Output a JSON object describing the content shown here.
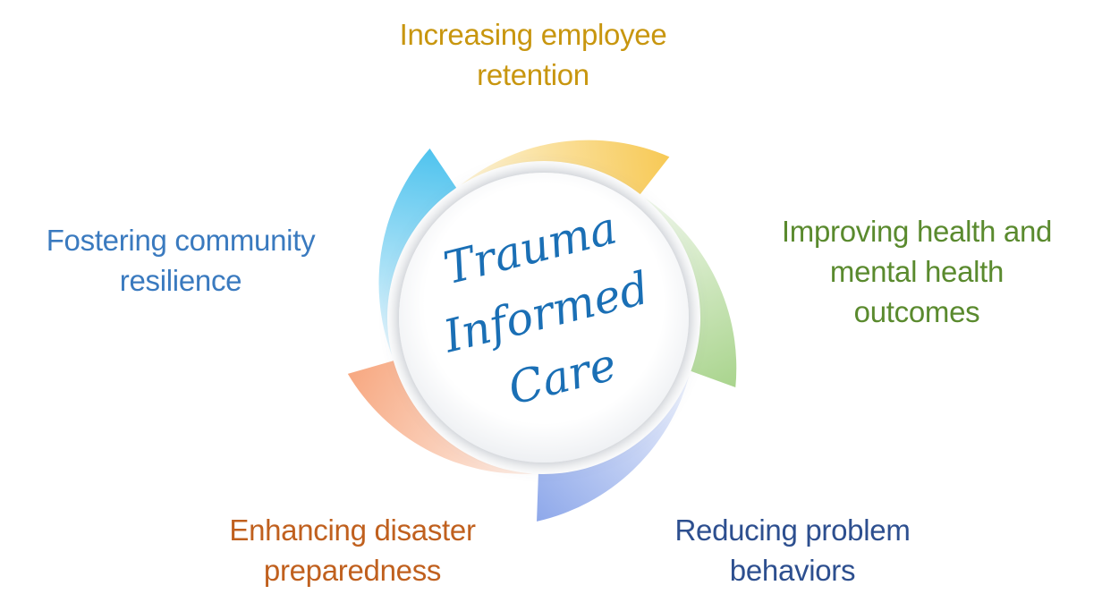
{
  "center": {
    "lines": [
      "Trauma",
      "Informed",
      "Care"
    ],
    "color": "#1a6fb5"
  },
  "petals": [
    {
      "id": "top",
      "color_light": "#fdf3d6",
      "color_dark": "#f7c955"
    },
    {
      "id": "right",
      "color_light": "#f1f8ec",
      "color_dark": "#a9d48d"
    },
    {
      "id": "bottom-right",
      "color_light": "#eef2fc",
      "color_dark": "#8ea8ea"
    },
    {
      "id": "bottom-left",
      "color_light": "#fdeee6",
      "color_dark": "#f7a881"
    },
    {
      "id": "left",
      "color_light": "#e6f5fc",
      "color_dark": "#4fc3ee"
    }
  ],
  "outcomes": {
    "top": {
      "line1": "Increasing employee",
      "line2": "retention",
      "color": "#c8960f"
    },
    "right": {
      "line1": "Improving health and",
      "line2": "mental health",
      "line3": "outcomes",
      "color": "#5a8a2e"
    },
    "bottom_right": {
      "line1": "Reducing problem",
      "line2": "behaviors",
      "color": "#2d4f8f"
    },
    "bottom_left": {
      "line1": "Enhancing disaster",
      "line2": "preparedness",
      "color": "#c0601e"
    },
    "left": {
      "line1": "Fostering community",
      "line2": "resilience",
      "color": "#3a7abf"
    }
  }
}
